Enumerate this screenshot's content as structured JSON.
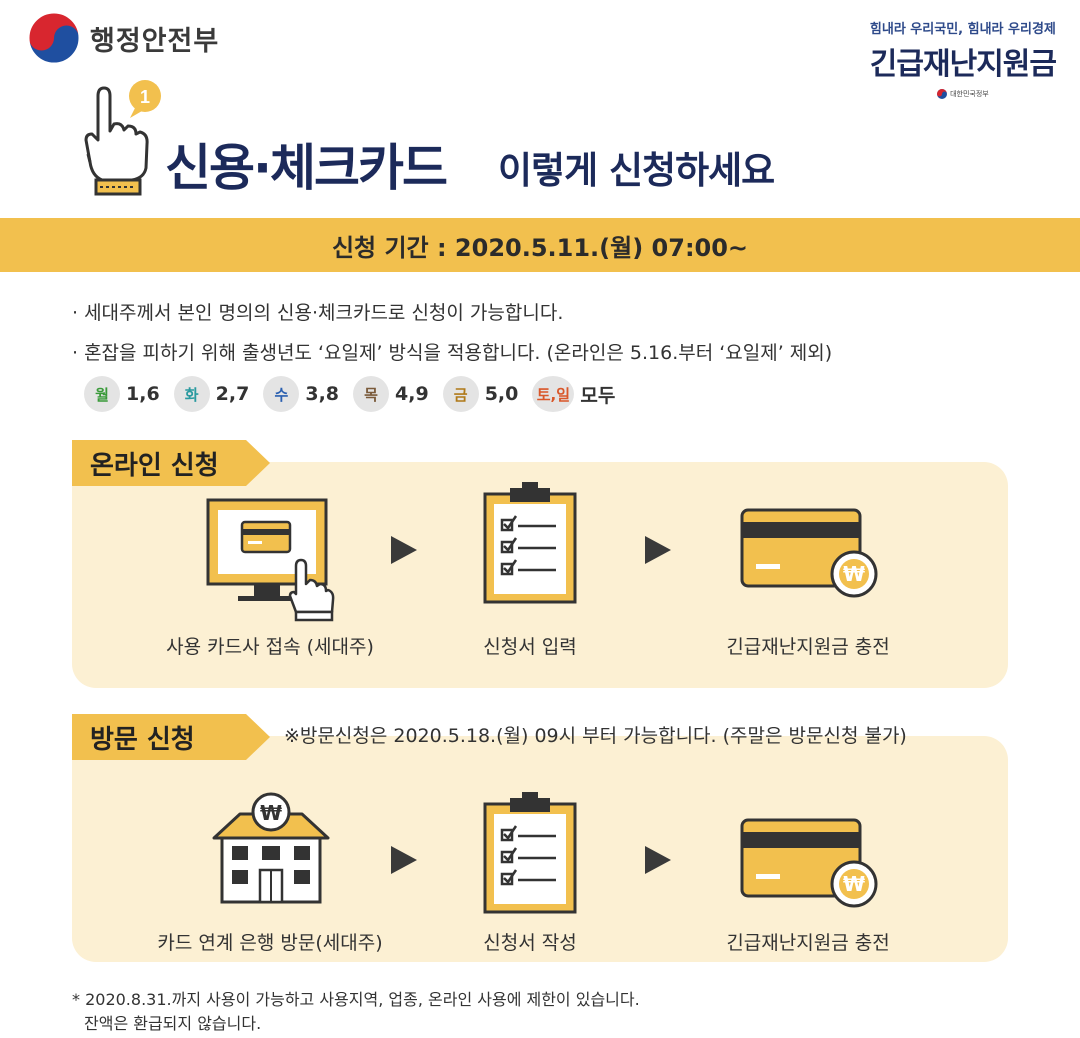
{
  "header": {
    "ministry_name": "행정안전부",
    "slogan_sub": "힘내라 우리국민, 힘내라 우리경제",
    "slogan_main": "긴급재난지원금",
    "gov_label": "대한민국정부"
  },
  "title": {
    "badge": "1",
    "main": "신용·체크카드",
    "sub": "이렇게 신청하세요"
  },
  "period": "신청 기간 : 2020.5.11.(월) 07:00~",
  "notes": [
    "· 세대주께서 본인 명의의 신용·체크카드로 신청이 가능합니다.",
    "· 혼잡을 피하기 위해 출생년도 ‘요일제’ 방식을 적용합니다. (온라인은 5.16.부터 ‘요일제’ 제외)"
  ],
  "days": [
    {
      "day": "월",
      "nums": "1,6",
      "color": "#3a9a3a"
    },
    {
      "day": "화",
      "nums": "2,7",
      "color": "#2a9aa0"
    },
    {
      "day": "수",
      "nums": "3,8",
      "color": "#2a5fb0"
    },
    {
      "day": "목",
      "nums": "4,9",
      "color": "#7a5a3a"
    },
    {
      "day": "금",
      "nums": "5,0",
      "color": "#b07a1a"
    },
    {
      "day": "토,일",
      "nums": "모두",
      "color": "#d9572a"
    }
  ],
  "online": {
    "tag": "온라인 신청",
    "steps": [
      "사용 카드사 접속 (세대주)",
      "신청서 입력",
      "긴급재난지원금 충전"
    ]
  },
  "visit": {
    "tag": "방문 신청",
    "note": "※방문신청은 2020.5.18.(월) 09시 부터 가능합니다. (주말은 방문신청 불가)",
    "steps": [
      "카드 연계 은행 방문(세대주)",
      "신청서 작성",
      "긴급재난지원금 충전"
    ]
  },
  "footnote": [
    "* 2020.8.31.까지 사용이 가능하고 사용지역, 업종, 온라인 사용에 제한이 있습니다.",
    "잔액은 환급되지 않습니다."
  ],
  "colors": {
    "accent": "#f2c04e",
    "navy": "#1c2a5a",
    "panel": "#fcf0d3"
  }
}
